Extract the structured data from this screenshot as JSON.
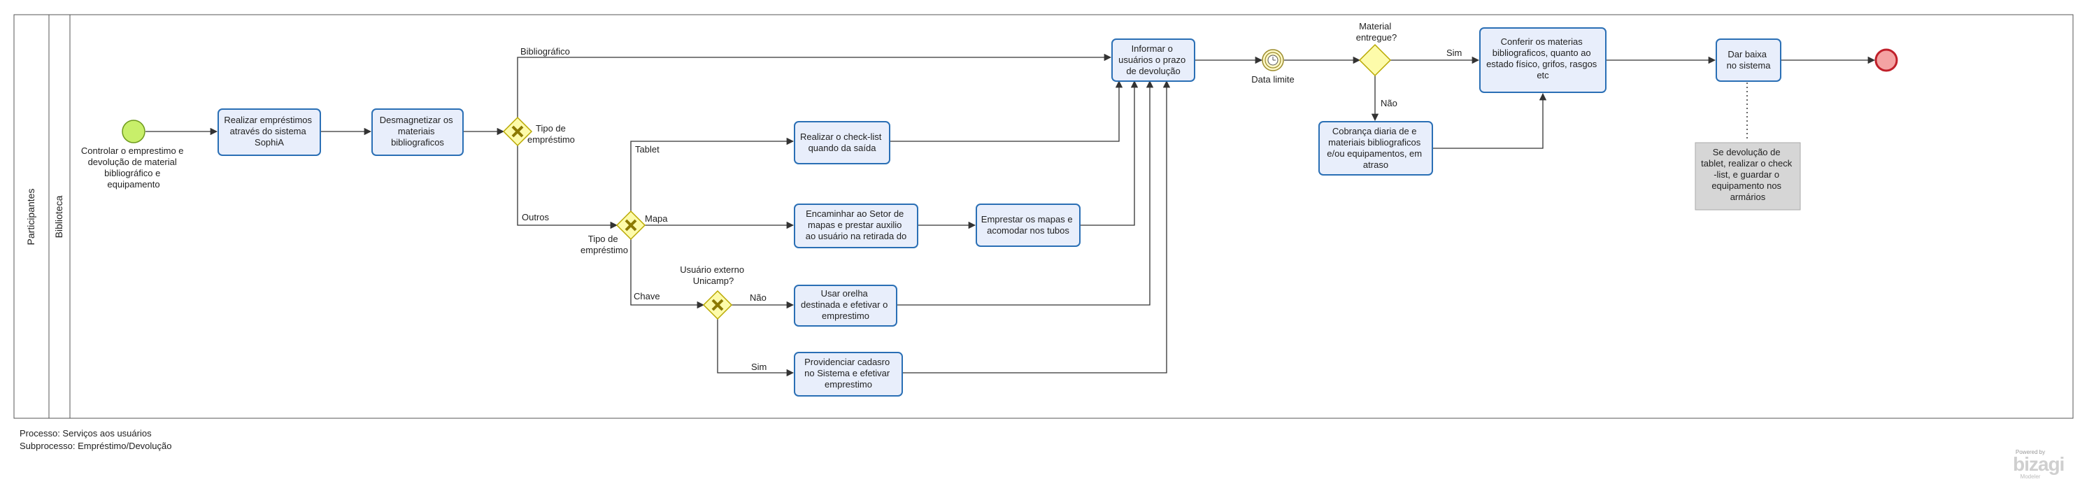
{
  "pool": {
    "label": "Participantes"
  },
  "lane": {
    "label": "Biblioteca"
  },
  "start_event": {
    "label": [
      "Controlar o emprestimo e",
      "devolução de material",
      "bibliográfico e",
      "equipamento"
    ]
  },
  "tasks": {
    "realizar_emprestimos": [
      "Realizar empréstimos",
      "através do sistema",
      "SophiA"
    ],
    "desmagnetizar": [
      "Desmagnetizar os",
      "materiais",
      "bibliograficos"
    ],
    "check_list": [
      "Realizar o check-list",
      "quando da saída"
    ],
    "encaminhar_mapas": [
      "Encaminhar ao Setor de",
      "mapas e prestar auxilio",
      "ao usuário na retirada do"
    ],
    "emprestar_mapas": [
      "Emprestar os mapas e",
      "acomodar nos tubos"
    ],
    "usar_orelha": [
      "Usar orelha",
      "destinada e efetivar o",
      "emprestimo"
    ],
    "providenciar_cadastro": [
      "Providenciar cadasro",
      "no Sistema e efetivar",
      "emprestimo"
    ],
    "informar_usuarios": [
      "Informar o",
      "usuários o prazo",
      "de devolução"
    ],
    "cobranca": [
      "Cobrança diaria de e",
      "materiais bibliograficos",
      "e/ou equipamentos, em",
      "atraso"
    ],
    "conferir": [
      "Conferir os materias",
      "bibliograficos, quanto ao",
      "estado físico, grifos, rasgos",
      "etc"
    ],
    "dar_baixa": [
      "Dar baixa",
      "no sistema"
    ]
  },
  "gateways": {
    "tipo_emprestimo_1": [
      "Tipo de",
      "empréstimo"
    ],
    "tipo_emprestimo_2": [
      "Tipo de",
      "empréstimo"
    ],
    "usuario_externo": [
      "Usuário externo",
      "Unicamp?"
    ],
    "material_entregue": [
      "Material",
      "entregue?"
    ]
  },
  "timer_event": {
    "label": "Data limite"
  },
  "flow_labels": {
    "bibliografico": "Bibliográfico",
    "outros": "Outros",
    "tablet": "Tablet",
    "mapa": "Mapa",
    "chave": "Chave",
    "nao_externo": "Não",
    "sim_externo": "Sim",
    "sim_entregue": "Sim",
    "nao_entregue": "Não"
  },
  "annotation": [
    "Se devolução de",
    "tablet, realizar o check",
    "-list, e guardar o",
    "equipamento nos",
    "armários"
  ],
  "footer": {
    "processo": "Processo: Serviços aos usuários",
    "subprocesso": "Subprocesso: Empréstimo/Devolução"
  },
  "brand": {
    "powered": "Powered by",
    "name": "bizagi",
    "edition": "Modeler"
  },
  "colors": {
    "task_fill": "#e8eefb",
    "task_border": "#2a6fb5",
    "start_fill": "#c8ef6a",
    "end_fill": "#f4a3a3",
    "end_border": "#c0202a",
    "gateway_fill": "#fdfbaa",
    "annotation_fill": "#d6d6d6"
  }
}
